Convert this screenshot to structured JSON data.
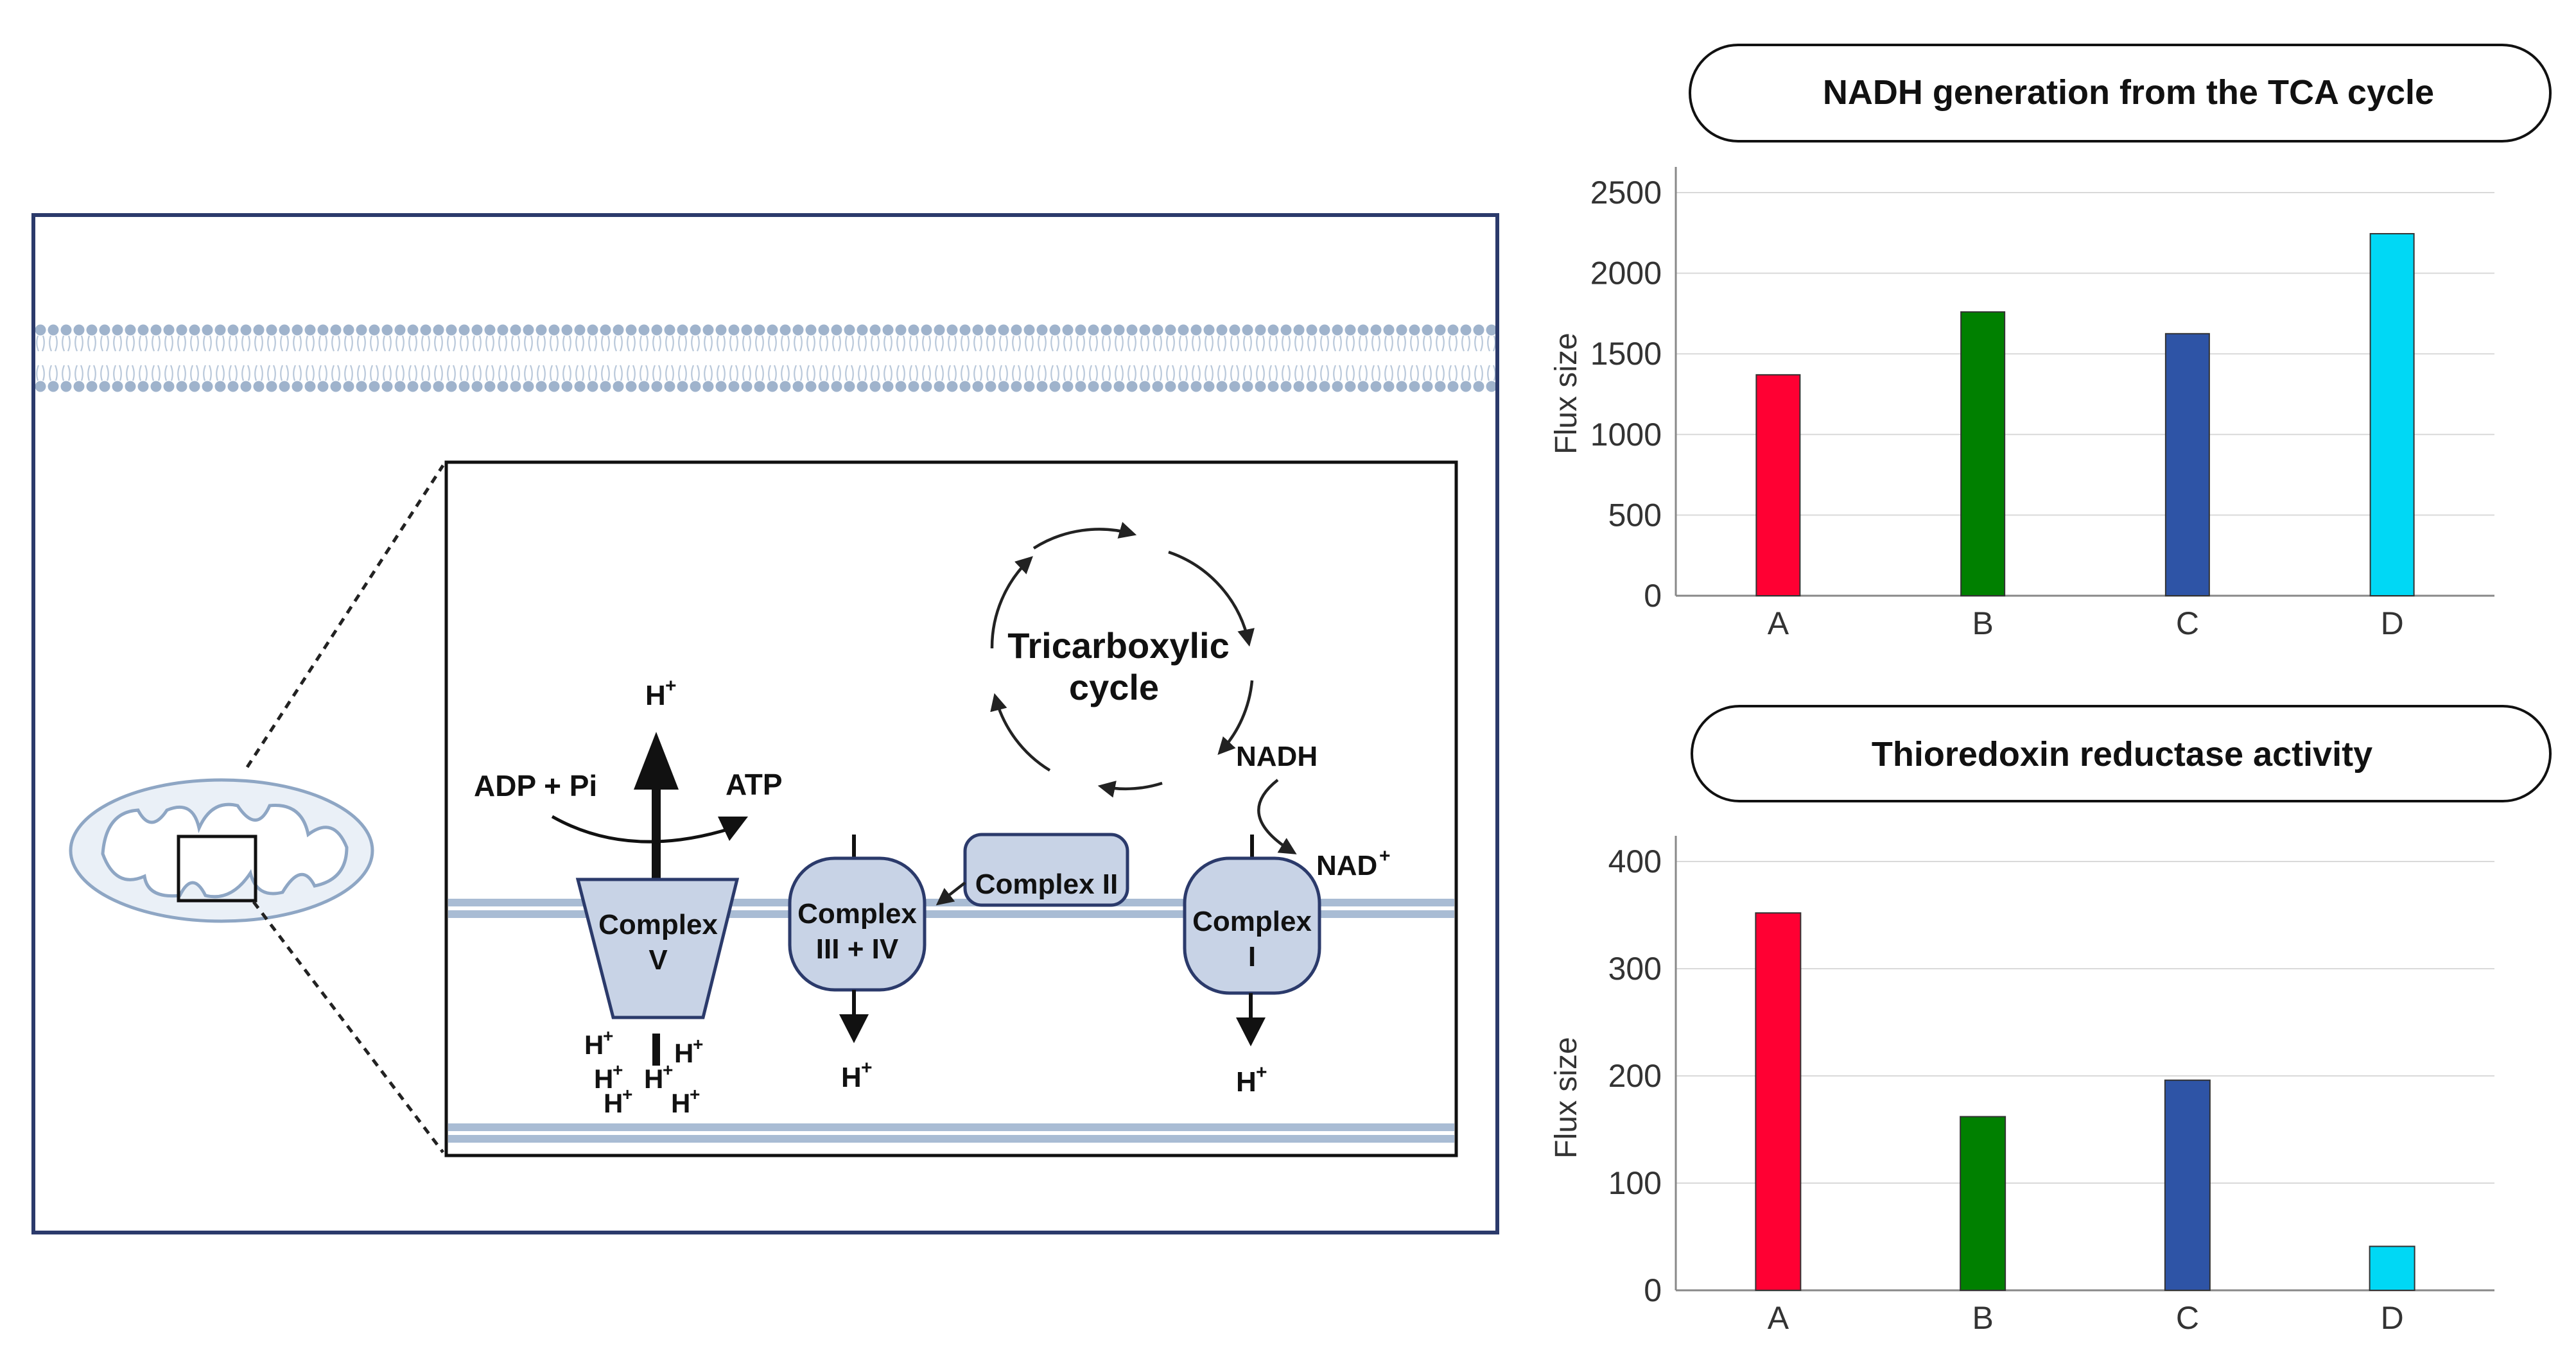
{
  "diagram": {
    "cycle_label_line1": "Tricarboxylic",
    "cycle_label_line2": "cycle",
    "nadh": "NADH",
    "nad_plus": "NAD",
    "superscript_plus": "+",
    "adp_pi": "ADP + Pi",
    "atp": "ATP",
    "proton": "H",
    "complex_v_line1": "Complex",
    "complex_v_line2": "V",
    "complex_34_line1": "Complex",
    "complex_34_line2": "III + IV",
    "complex_ii": "Complex II",
    "complex_i_line1": "Complex",
    "complex_i_line2": "I",
    "colors": {
      "outline": "#2b3a6b",
      "membrane": "#a9bcd4",
      "complex_fill": "#c8d3e6"
    }
  },
  "chart_data": [
    {
      "type": "bar",
      "title": "NADH generation from the TCA cycle",
      "ylabel": "Flux size",
      "xlabel": "",
      "categories": [
        "A",
        "B",
        "C",
        "D"
      ],
      "values": [
        1370,
        1760,
        1625,
        2245
      ],
      "colors": [
        "#ff0033",
        "#008000",
        "#2e54a6",
        "#00d8f5"
      ],
      "ylim": [
        0,
        2500
      ],
      "yticks": [
        0,
        500,
        1000,
        1500,
        2000,
        2500
      ],
      "grid": true
    },
    {
      "type": "bar",
      "title": "Thioredoxin reductase activity",
      "ylabel": "Flux size",
      "xlabel": "",
      "categories": [
        "A",
        "B",
        "C",
        "D"
      ],
      "values": [
        352,
        162,
        196,
        41
      ],
      "colors": [
        "#ff0033",
        "#008000",
        "#2e54a6",
        "#00d8f5"
      ],
      "ylim": [
        0,
        400
      ],
      "yticks": [
        0,
        100,
        200,
        300,
        400
      ],
      "grid": true
    }
  ]
}
